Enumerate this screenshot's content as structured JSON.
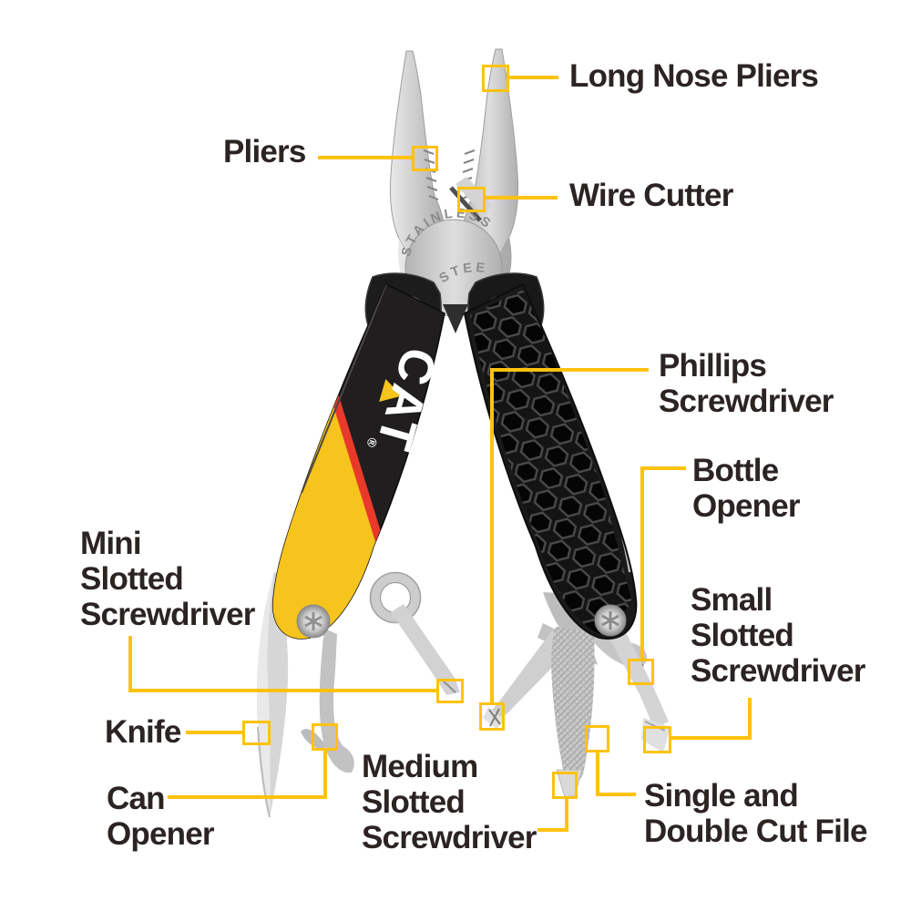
{
  "background": "#FFFFFF",
  "accent_color": "#FFC20E",
  "label_color": "#2B2422",
  "callouts": {
    "long_nose_pliers": {
      "label": "Long Nose Pliers"
    },
    "pliers": {
      "label": "Pliers"
    },
    "wire_cutter": {
      "label": "Wire Cutter"
    },
    "phillips_screwdriver": {
      "label": "Phillips\nScrewdriver"
    },
    "bottle_opener": {
      "label": "Bottle\nOpener"
    },
    "small_slotted_screwdriver": {
      "label": "Small\nSlotted\nScrewdriver"
    },
    "mini_slotted_screwdriver": {
      "label": "Mini\nSlotted\nScrewdriver"
    },
    "knife": {
      "label": "Knife"
    },
    "can_opener": {
      "label": "Can\nOpener"
    },
    "medium_slotted_screwdriver": {
      "label": "Medium\nSlotted\nScrewdriver"
    },
    "single_and_double_cut_file": {
      "label": "Single and\nDouble Cut File"
    }
  },
  "tool": {
    "brand": "CAT",
    "registered_mark": "®",
    "engraving_line1": "STAINLESS",
    "engraving_line2": "STEEL",
    "colors": {
      "handle_yellow": "#F6C41C",
      "handle_black": "#1C1A1A",
      "stripe_red": "#E8392A",
      "steel": "#C8C8C8"
    }
  }
}
